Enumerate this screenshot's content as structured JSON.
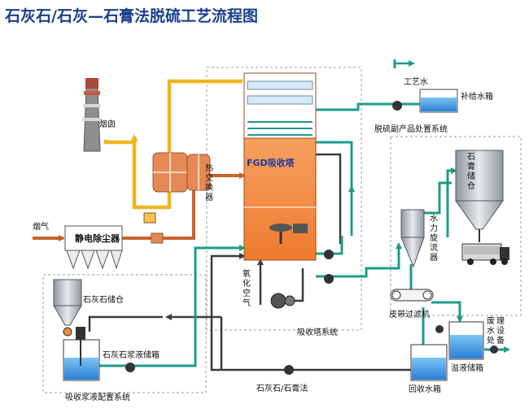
{
  "title": "石灰石/石灰—石膏法脱硫工艺流程图",
  "colors": {
    "title": "#1a3f8f",
    "tower": "#f08a3c",
    "teal_pipe": "#1e9b8a",
    "flue_gas": "#c9622c",
    "clean_gas": "#f0b41e",
    "water": "#3b8fe0",
    "silo": "#c9ced3"
  },
  "labels": {
    "process_water": "工艺水",
    "makeup_tank": "补给水箱",
    "chimney": "烟囱",
    "gghx": "热交换器",
    "fgd_tower": "FGD吸收塔",
    "flue_gas": "烟气",
    "esp": "静电除尘器",
    "oxidation_air": "氧化空气",
    "byproduct_system": "脱硫副产品处置系统",
    "gypsum_silo": "石膏储仓",
    "hydrocyclone": "水力旋流器",
    "belt_filter": "皮带过滤机",
    "wastewater": "废水处理设备",
    "overflow_tank": "溢液储箱",
    "limestone_silo": "石灰石储仓",
    "slurry_tank": "石灰石浆液储箱",
    "absorber_system": "吸收塔系统",
    "slurry_prep_system": "吸收浆液配置系统",
    "method": "石灰石/石膏法",
    "recovery_tank": "回收水箱"
  }
}
